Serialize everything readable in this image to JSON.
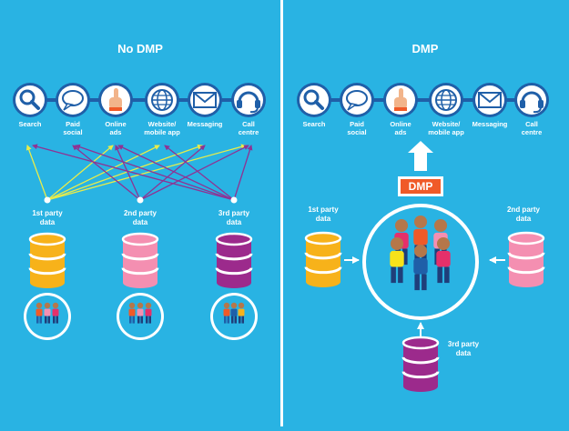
{
  "left": {
    "title": "No DMP",
    "channels": [
      {
        "icon": "search-icon",
        "label": [
          "Search"
        ]
      },
      {
        "icon": "speech-bubble-icon",
        "label": [
          "Paid",
          "social"
        ]
      },
      {
        "icon": "pointing-hand-icon",
        "label": [
          "Online",
          "ads"
        ]
      },
      {
        "icon": "globe-icon",
        "label": [
          "Website/",
          "mobile app"
        ]
      },
      {
        "icon": "envelope-icon",
        "label": [
          "Messaging"
        ]
      },
      {
        "icon": "headset-icon",
        "label": [
          "Call",
          "centre"
        ]
      }
    ],
    "sources": [
      {
        "label": [
          "1st party",
          "data"
        ],
        "color": "#f7b21a"
      },
      {
        "label": [
          "2nd party",
          "data"
        ],
        "color": "#f48fb1"
      },
      {
        "label": [
          "3rd party",
          "data"
        ],
        "color": "#9c2a8c"
      }
    ]
  },
  "right": {
    "title": "DMP",
    "dmp_label": "DMP",
    "channels": [
      {
        "icon": "search-icon",
        "label": [
          "Search"
        ]
      },
      {
        "icon": "speech-bubble-icon",
        "label": [
          "Paid",
          "social"
        ]
      },
      {
        "icon": "pointing-hand-icon",
        "label": [
          "Online",
          "ads"
        ]
      },
      {
        "icon": "globe-icon",
        "label": [
          "Website/",
          "mobile app"
        ]
      },
      {
        "icon": "envelope-icon",
        "label": [
          "Messaging"
        ]
      },
      {
        "icon": "headset-icon",
        "label": [
          "Call",
          "centre"
        ]
      }
    ],
    "sources": [
      {
        "label": [
          "1st party",
          "data"
        ],
        "color": "#f7b21a"
      },
      {
        "label": [
          "2nd party",
          "data"
        ],
        "color": "#f48fb1"
      },
      {
        "label": [
          "3rd party",
          "data"
        ],
        "color": "#9c2a8c"
      }
    ]
  },
  "colors": {
    "background": "#29b3e3",
    "channel_line": "#1f5fa8",
    "arrow_yellow": "#e8ec4a",
    "arrow_purple": "#8e3394",
    "dmp_orange": "#f05a28"
  }
}
